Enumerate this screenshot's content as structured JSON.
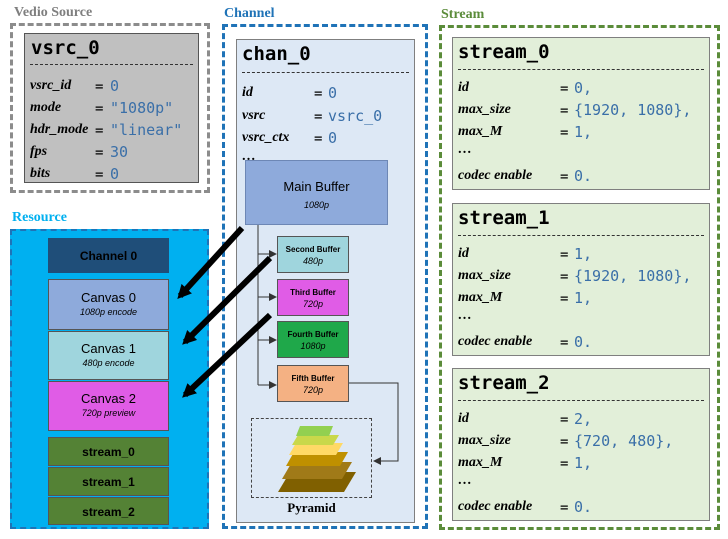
{
  "vsrc": {
    "section_title": "Vedio Source",
    "card_title": "vsrc_0",
    "fields": [
      {
        "key": "vsrc_id",
        "eq": "=",
        "value": "0"
      },
      {
        "key": "mode",
        "eq": "=",
        "value": "\"1080p\""
      },
      {
        "key": "hdr_mode",
        "eq": "=",
        "value": "\"linear\""
      },
      {
        "key": "fps",
        "eq": "=",
        "value": "30"
      },
      {
        "key": "bits",
        "eq": "=",
        "value": "0"
      }
    ]
  },
  "resource": {
    "section_title": "Resource",
    "channel_label": "Channel 0",
    "canvases": [
      {
        "title": "Canvas 0",
        "subtitle": "1080p encode",
        "color": "#8eaadb"
      },
      {
        "title": "Canvas 1",
        "subtitle": "480p encode",
        "color": "#9fd5dd"
      },
      {
        "title": "Canvas 2",
        "subtitle": "720p preview",
        "color": "#e05ce6"
      }
    ],
    "streams": [
      "stream_0",
      "stream_1",
      "stream_2"
    ]
  },
  "channel": {
    "section_title": "Channel",
    "card_title": "chan_0",
    "fields": [
      {
        "key": "id",
        "eq": "=",
        "value": "0"
      },
      {
        "key": "vsrc",
        "eq": "=",
        "value": "vsrc_0"
      },
      {
        "key": "vsrc_ctx",
        "eq": "=",
        "value": "0"
      }
    ],
    "ellipsis": "…",
    "main_buffer": {
      "title": "Main Buffer",
      "subtitle": "1080p"
    },
    "buffers": [
      {
        "title": "Second Buffer",
        "subtitle": "480p",
        "color": "#9fd5dd"
      },
      {
        "title": "Third Buffer",
        "subtitle": "720p",
        "color": "#e05ce6"
      },
      {
        "title": "Fourth Buffer",
        "subtitle": "1080p",
        "color": "#1fa84a"
      },
      {
        "title": "Fifth Buffer",
        "subtitle": "720p",
        "color": "#f4b183"
      }
    ],
    "pyramid_label": "Pyramid"
  },
  "stream": {
    "section_title": "Stream",
    "cards": [
      {
        "title": "stream_0",
        "id": "0,",
        "max_size": "{1920, 1080},",
        "max_M": "1,",
        "codec": "0."
      },
      {
        "title": "stream_1",
        "id": "1,",
        "max_size": "{1920, 1080},",
        "max_M": "1,",
        "codec": "0."
      },
      {
        "title": "stream_2",
        "id": "2,",
        "max_size": "{720, 480},",
        "max_M": "1,",
        "codec": "0."
      }
    ],
    "labels": {
      "id": "id",
      "max_size": "max_size",
      "max_M": "max_M",
      "codec": "codec enable",
      "ellipsis": "…",
      "eq": "="
    }
  },
  "colors": {
    "gray_card": "#c0c0c0",
    "channel_card": "#dde8f5",
    "stream_card": "#e2efd9",
    "resource_bg": "#00b0f0",
    "channel0_box": "#1f4e79",
    "stream_box": "#548235",
    "main_buffer": "#8eaadb",
    "value_blue": "#3a6fa8"
  }
}
